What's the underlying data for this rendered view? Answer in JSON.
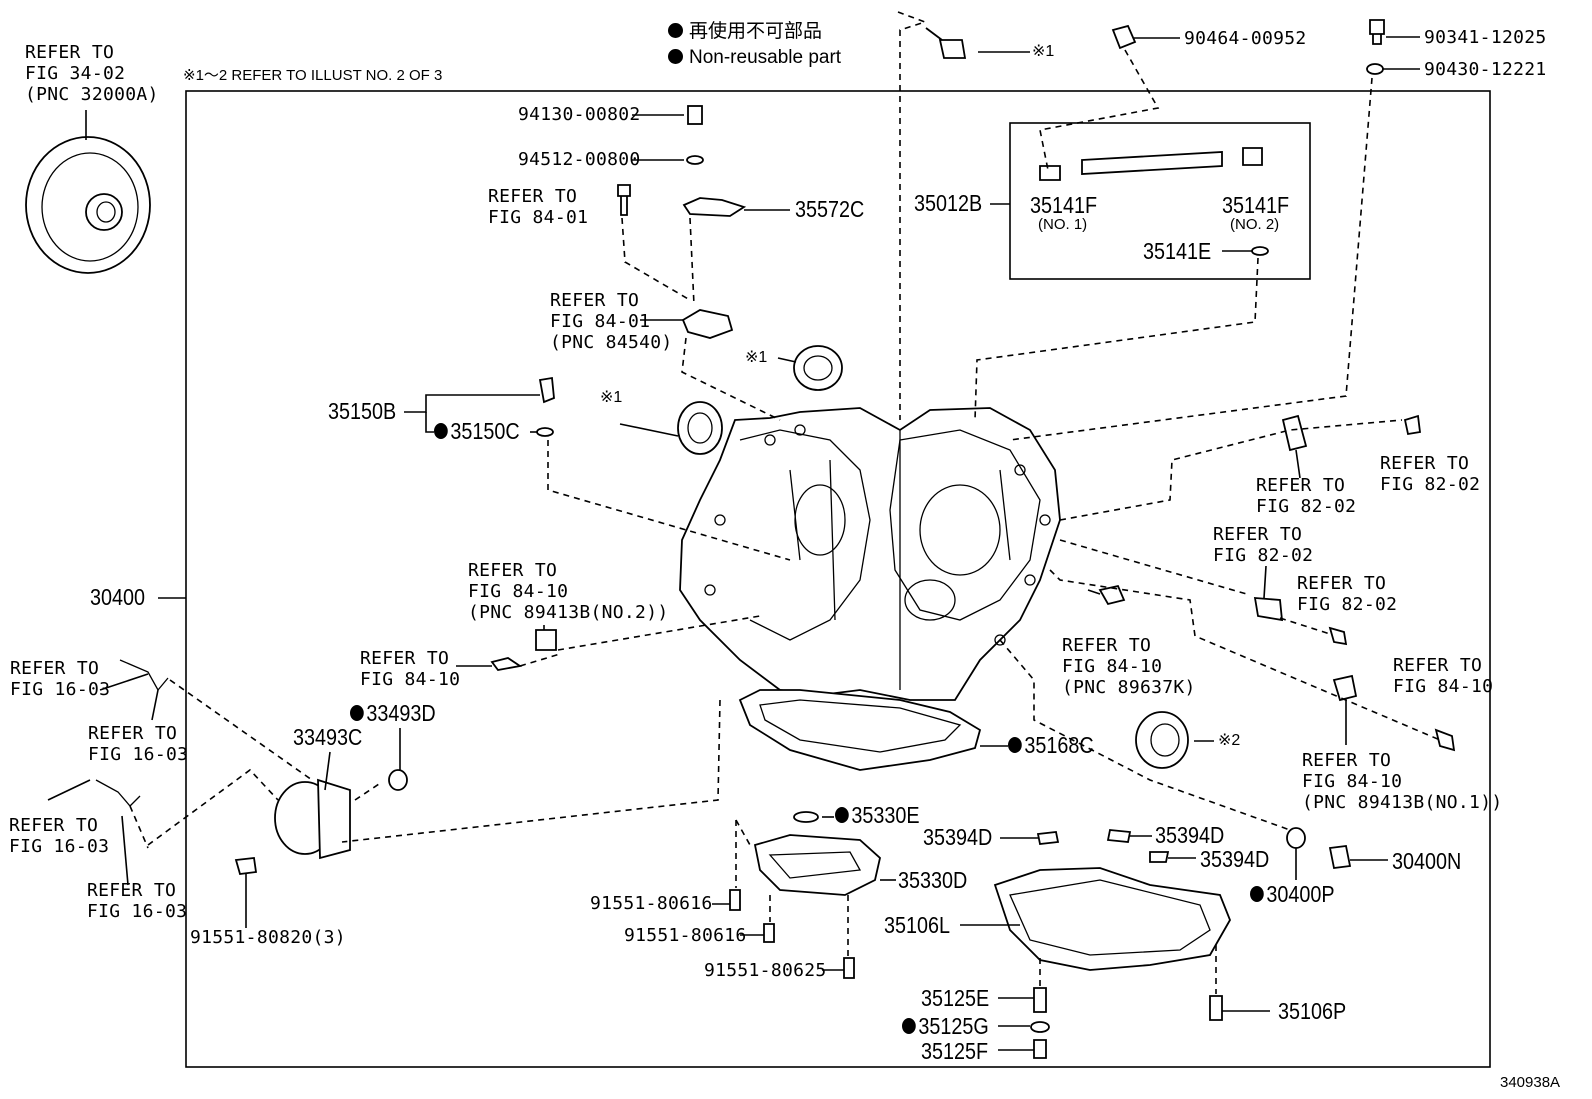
{
  "legend": {
    "jp": "再使用不可部品",
    "en": "Non-reusable part",
    "note": "※1～2 REFER TO ILLUST NO. 2 OF 3"
  },
  "figure_id": "340938A",
  "refs": {
    "torque_converter": "REFER TO\nFIG 34-02\n(PNC 32000A)",
    "fig_84_01_a": "REFER TO\nFIG 84-01",
    "fig_84_01_b": "REFER TO\nFIG 84-01\n(PNC 84540)",
    "fig_84_10_a": "REFER TO\nFIG 84-10\n(PNC 89413B(NO.2))",
    "fig_84_10_b": "REFER TO\nFIG 84-10",
    "fig_84_10_c": "REFER TO\nFIG 84-10\n(PNC 89637K)",
    "fig_84_10_d": "REFER TO\nFIG 84-10",
    "fig_84_10_e": "REFER TO\nFIG 84-10\n(PNC 89413B(NO.1))",
    "fig_82_02_a": "REFER TO\nFIG 82-02",
    "fig_82_02_b": "REFER TO\nFIG 82-02",
    "fig_82_02_c": "REFER TO\nFIG 82-02",
    "fig_82_02_d": "REFER TO\nFIG 82-02",
    "fig_16_03_a": "REFER TO\nFIG 16-03",
    "fig_16_03_b": "REFER TO\nFIG 16-03",
    "fig_16_03_c": "REFER TO\nFIG 16-03",
    "fig_16_03_d": "REFER TO\nFIG 16-03"
  },
  "marks": {
    "m1a": "※1",
    "m1b": "※1",
    "m1c": "※1",
    "m2": "※2"
  },
  "parts": {
    "p94130": "94130-00802",
    "p94512": "94512-00800",
    "p35572C": "35572C",
    "p35012B": "35012B",
    "p35141F_1": "35141F",
    "p35141F_1_sub": "(NO. 1)",
    "p35141F_2": "35141F",
    "p35141F_2_sub": "(NO. 2)",
    "p35141E": "35141E",
    "p90464": "90464-00952",
    "p90341": "90341-12025",
    "p90430": "90430-12221",
    "p35150B": "35150B",
    "p35150C": "35150C",
    "p30400": "30400",
    "p33493D": "33493D",
    "p33493C": "33493C",
    "p91551_80820": "91551-80820(3)",
    "p35168C": "35168C",
    "p35330E": "35330E",
    "p35330D": "35330D",
    "p91551_80616a": "91551-80616",
    "p91551_80616b": "91551-80616",
    "p91551_80625": "91551-80625",
    "p35394D_a": "35394D",
    "p35394D_b": "35394D",
    "p35394D_c": "35394D",
    "p35106L": "35106L",
    "p35125E": "35125E",
    "p35125G": "35125G",
    "p35125F": "35125F",
    "p35106P": "35106P",
    "p30400N": "30400N",
    "p30400P": "30400P"
  }
}
